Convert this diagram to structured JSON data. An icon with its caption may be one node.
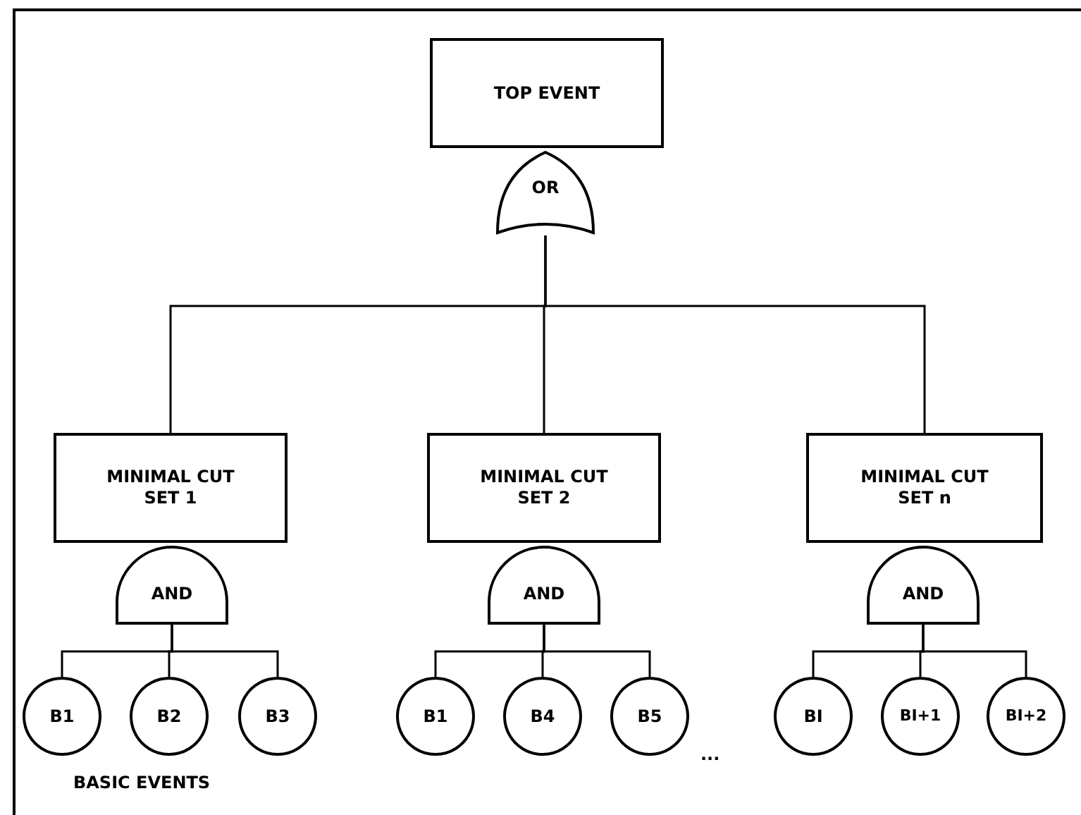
{
  "diagram": {
    "nodes": [
      {
        "text": [
          "TOP EVENT"
        ]
      },
      {
        "text": [
          "OR"
        ]
      },
      {
        "text": [
          "MINIMAL CUT SET 1"
        ]
      },
      {
        "text": [
          "MINIMAL CUT SET 2"
        ]
      },
      {
        "text": [
          "MINIMAL CUT SET n"
        ]
      },
      {
        "text": [
          "AND"
        ]
      },
      {
        "text": [
          "AND"
        ]
      },
      {
        "text": [
          "AND"
        ]
      },
      {
        "text": [
          "B1"
        ]
      },
      {
        "text": [
          "B2"
        ]
      },
      {
        "text": [
          "B3"
        ]
      },
      {
        "text": [
          "B1"
        ]
      },
      {
        "text": [
          "B4"
        ]
      },
      {
        "text": [
          "B5"
        ]
      },
      {
        "text": [
          "BI"
        ]
      },
      {
        "text": [
          "BI+1"
        ]
      },
      {
        "text": [
          "BI+2"
        ]
      }
    ],
    "edges": [
      {
        "from": 1,
        "to": 2,
        "arrow": "none"
      },
      {
        "from": 1,
        "to": 3,
        "arrow": "none"
      },
      {
        "from": 1,
        "to": 4,
        "arrow": "none"
      },
      {
        "from": 5,
        "to": 8,
        "arrow": "none"
      },
      {
        "from": 5,
        "to": 9,
        "arrow": "none"
      },
      {
        "from": 5,
        "to": 10,
        "arrow": "none"
      },
      {
        "from": 6,
        "to": 11,
        "arrow": "none"
      },
      {
        "from": 6,
        "to": 12,
        "arrow": "none"
      },
      {
        "from": 6,
        "to": 13,
        "arrow": "none"
      },
      {
        "from": 7,
        "to": 14,
        "arrow": "none"
      },
      {
        "from": 7,
        "to": 15,
        "arrow": "none"
      },
      {
        "from": 7,
        "to": 16,
        "arrow": "none"
      }
    ],
    "labels": [
      "BASIC EVENTS",
      "..."
    ]
  }
}
